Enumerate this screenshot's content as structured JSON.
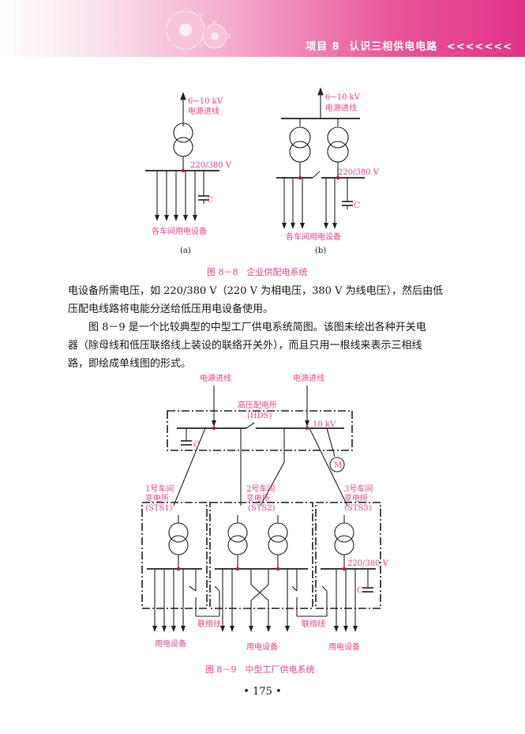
{
  "header": {
    "project": "项目 8",
    "title": "认识三相供电电路",
    "arrows": "<<<<<<<",
    "colors": {
      "band_start": "#fbe3ef",
      "band_end": "#e0338a",
      "text": "#ffffff"
    }
  },
  "fig88": {
    "a": {
      "source": "6~10 kV",
      "source_line": "电源进线",
      "voltage": "220/380 V",
      "cap": "C",
      "loads": "各车间用电设备",
      "sub": "(a)"
    },
    "b": {
      "source": "6~10 kV",
      "source_line": "电源进线",
      "voltage": "220/380 V",
      "cap": "C",
      "loads": "各车间用电设备",
      "sub": "(b)"
    },
    "caption": "图 8－8　企业供配电系统"
  },
  "paragraphs": [
    "电设备所需电压，如 220/380 V（220 V 为相电压，380 V 为线电压），然后由低",
    "压配电线路将电能分送给低压用电设备使用。",
    "　　图 8－9 是一个比较典型的中型工厂供电系统简图。该图未绘出各种开关电",
    "器（除母线和低压联络线上装设的联络开关外），而且只用一根线来表示三相线",
    "路，即绘成单线图的形式。"
  ],
  "fig89": {
    "source_left": "电源进线",
    "source_right": "电源进线",
    "hds_name": "高压配电所",
    "hds_code": "(HDS)",
    "hv": "10 kV",
    "cap_hv": "C",
    "motor": "M",
    "sts1": [
      "1号车间",
      "变电所",
      "(STS1)"
    ],
    "sts2": [
      "2号车间",
      "变电所",
      "(STS2)"
    ],
    "sts3": [
      "3号车间",
      "变电所",
      "(STS3)"
    ],
    "lv": "220/380 V",
    "cap_lv": "C",
    "tie_left": "联络线",
    "tie_right": "联络线",
    "load_left": "用电设备",
    "load_mid": "用电设备",
    "load_right": "用电设备",
    "caption": "图 8－9　中型工厂供电系统"
  },
  "page_number": "• 175 •"
}
